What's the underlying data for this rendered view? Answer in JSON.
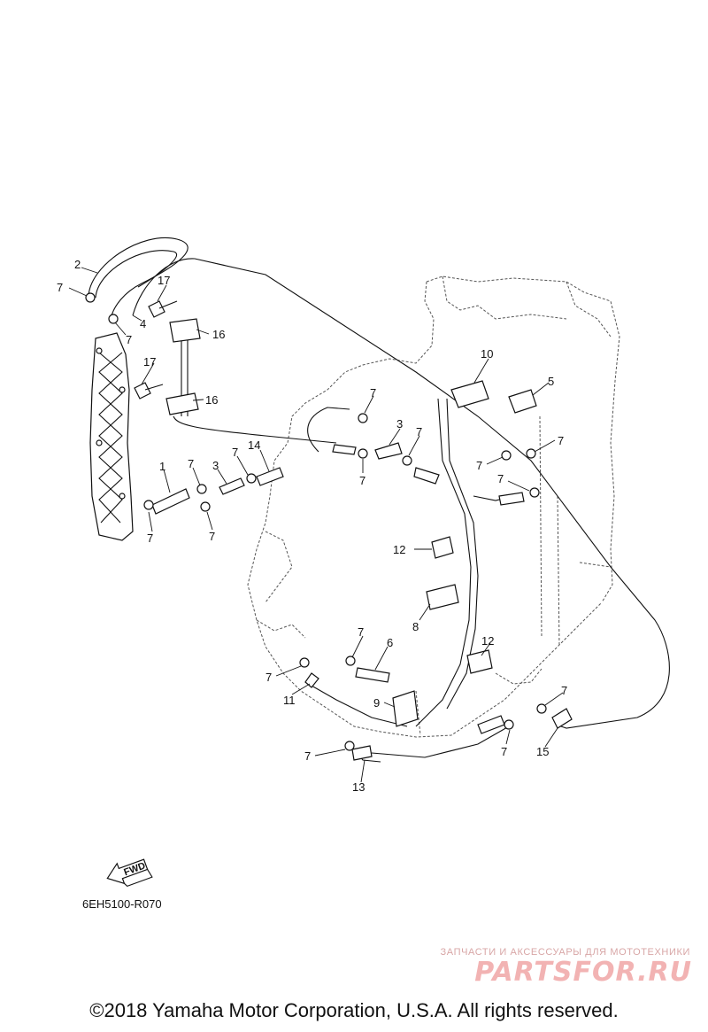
{
  "callouts": {
    "c1": "1",
    "c2": "2",
    "c3a": "3",
    "c3b": "3",
    "c4": "4",
    "c5": "5",
    "c6": "6",
    "c7": "7",
    "c8": "8",
    "c9": "9",
    "c10": "10",
    "c11": "11",
    "c12a": "12",
    "c12b": "12",
    "c13": "13",
    "c14": "14",
    "c15": "15",
    "c16a": "16",
    "c16b": "16",
    "c17a": "17",
    "c17b": "17"
  },
  "fwd_label": "FWD",
  "diagram_code": "6EH5100-R070",
  "watermark": {
    "tagline": "ЗАПЧАСТИ И АКСЕССУАРЫ ДЛЯ МОТОТЕХНИКИ",
    "brand": "PARTSFOR.RU"
  },
  "copyright": "©2018 Yamaha Motor Corporation, U.S.A. All rights reserved.",
  "colors": {
    "watermark": "#f2b3b3",
    "line": "#111111"
  },
  "icons": [
    "fwd-arrow-icon"
  ]
}
